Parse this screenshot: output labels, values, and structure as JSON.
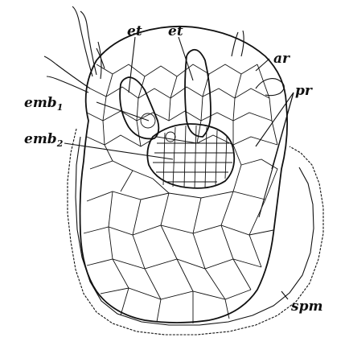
{
  "figure": {
    "labels": {
      "et1": "et",
      "et2": "et",
      "ar": "ar",
      "emb1_base": "emb",
      "emb1_sub": "1",
      "emb2_base": "emb",
      "emb2_sub": "2",
      "pr": "pr",
      "spm": "spm"
    }
  }
}
